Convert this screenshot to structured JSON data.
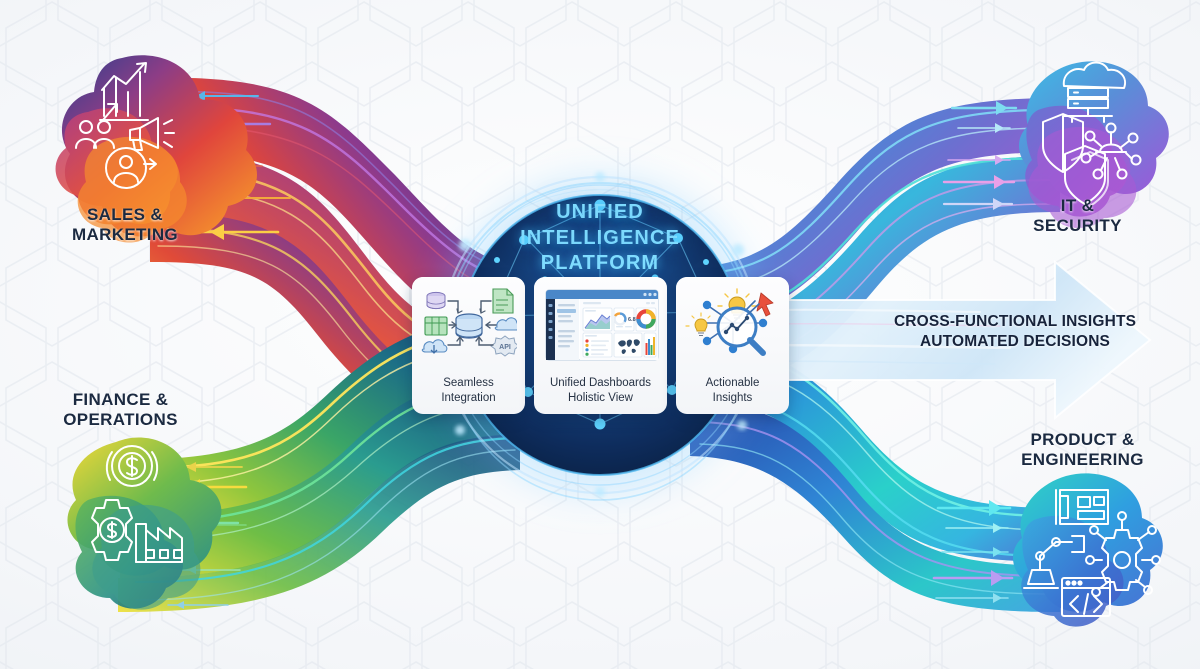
{
  "hub": {
    "title": "UNIFIED\nINTELLIGENCE\nPLATFORM",
    "title_color": "#7fdcff",
    "core_color": "#123a6b"
  },
  "cards": [
    {
      "id": "integration",
      "label": "Seamless\nIntegration",
      "icon": "data-integration-icon"
    },
    {
      "id": "dashboards",
      "label": "Unified Dashboards\nHolistic View",
      "icon": "dashboard-screen-icon"
    },
    {
      "id": "insights",
      "label": "Actionable\nInsights",
      "icon": "magnifier-insights-icon"
    }
  ],
  "sources": [
    {
      "id": "sales-marketing",
      "label": "SALES &\nMARKETING",
      "icons": [
        "bar-chart-growth-icon",
        "megaphone-icon",
        "customer-target-icon",
        "user-profile-icon"
      ],
      "colors": {
        "start": "#2b3f8f",
        "mid": "#e0453c",
        "end": "#f79a2b"
      }
    },
    {
      "id": "finance-operations",
      "label": "FINANCE &\nOPERATIONS",
      "icons": [
        "dollar-coin-icon",
        "gear-dollar-icon",
        "factory-icon"
      ],
      "colors": {
        "start": "#e8d639",
        "mid": "#3fae6a",
        "end": "#17507f"
      }
    }
  ],
  "destinations": [
    {
      "id": "it-security",
      "label": "IT &\nSECURITY",
      "icons": [
        "cloud-server-icon",
        "shield-icon",
        "network-nodes-icon",
        "shield-layered-icon"
      ],
      "colors": {
        "start": "#2f7fd8",
        "mid": "#39c6e0",
        "end": "#a254d8"
      }
    },
    {
      "id": "product-engineering",
      "label": "PRODUCT &\nENGINEERING",
      "icons": [
        "blueprint-icon",
        "robot-arm-icon",
        "gear-network-icon",
        "code-window-icon"
      ],
      "colors": {
        "start": "#28d3c8",
        "mid": "#2fa3e8",
        "end": "#5b6fd6"
      }
    }
  ],
  "outcome_arrow": {
    "caption": "CROSS-FUNCTIONAL INSIGHTS\nAUTOMATED DECISIONS",
    "fill_color": "#d9ecfa",
    "direction": "right"
  },
  "theme": {
    "background": "#f2f4f7",
    "hex_pattern_color": "#e3e8ee",
    "label_text_color": "#1b2a41",
    "card_text_color": "#263244"
  }
}
